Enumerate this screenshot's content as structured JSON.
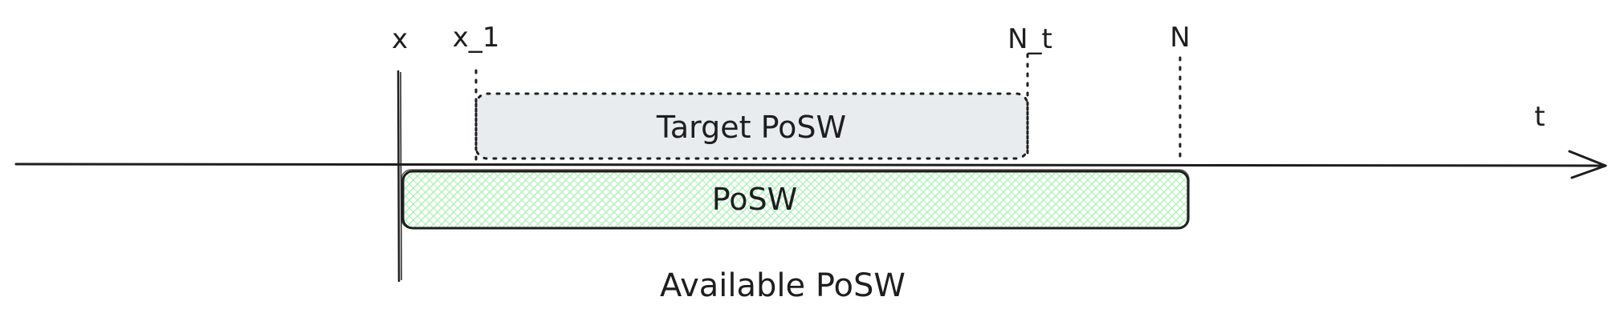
{
  "labels": {
    "x": "x",
    "x1": "x_1",
    "nt": "N_t",
    "n": "N",
    "t": "t"
  },
  "boxes": {
    "target": "Target PoSW",
    "posw": "PoSW"
  },
  "caption": "Available PoSW",
  "colors": {
    "ink": "#1e1e1e",
    "target_fill": "#e9ecef",
    "posw_hatch": "#b2f2bb"
  }
}
